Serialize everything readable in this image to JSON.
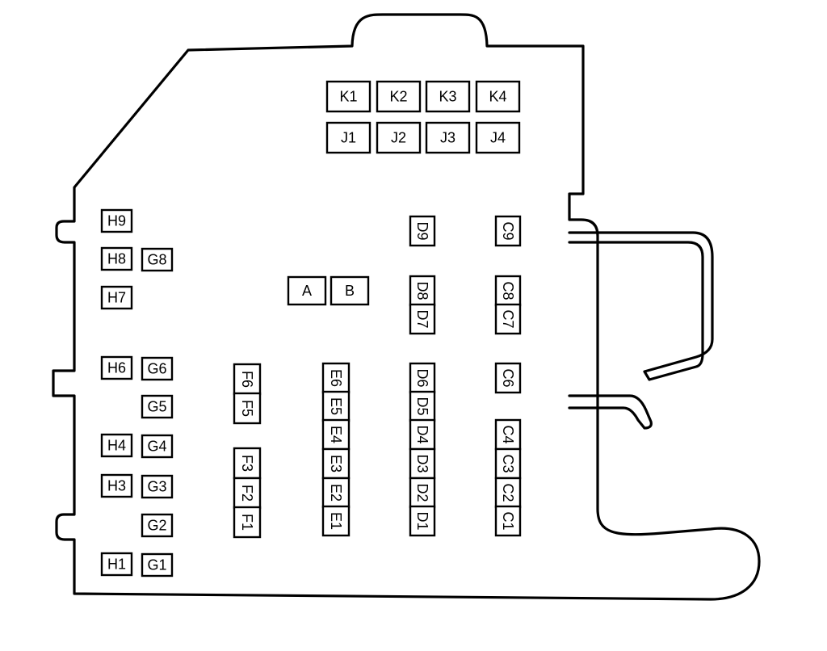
{
  "diagram": {
    "top_row": [
      "K1",
      "K2",
      "K3",
      "K4"
    ],
    "second_row": [
      "J1",
      "J2",
      "J3",
      "J4"
    ],
    "h_column": [
      "H9",
      "H8",
      "H7",
      "H6",
      "H4",
      "H3",
      "H1"
    ],
    "g_column": [
      "G8",
      "G6",
      "G5",
      "G4",
      "G3",
      "G2",
      "G1"
    ],
    "center_pair": [
      "A",
      "B"
    ],
    "f_column": [
      "F6",
      "F5",
      "F3",
      "F2",
      "F1"
    ],
    "e_column": [
      "E6",
      "E5",
      "E4",
      "E3",
      "E2",
      "E1"
    ],
    "d_column": [
      "D9",
      "D8",
      "D7",
      "D6",
      "D5",
      "D4",
      "D3",
      "D2",
      "D1"
    ],
    "c_column": [
      "C9",
      "C8",
      "C7",
      "C6",
      "C4",
      "C3",
      "C2",
      "C1"
    ]
  }
}
